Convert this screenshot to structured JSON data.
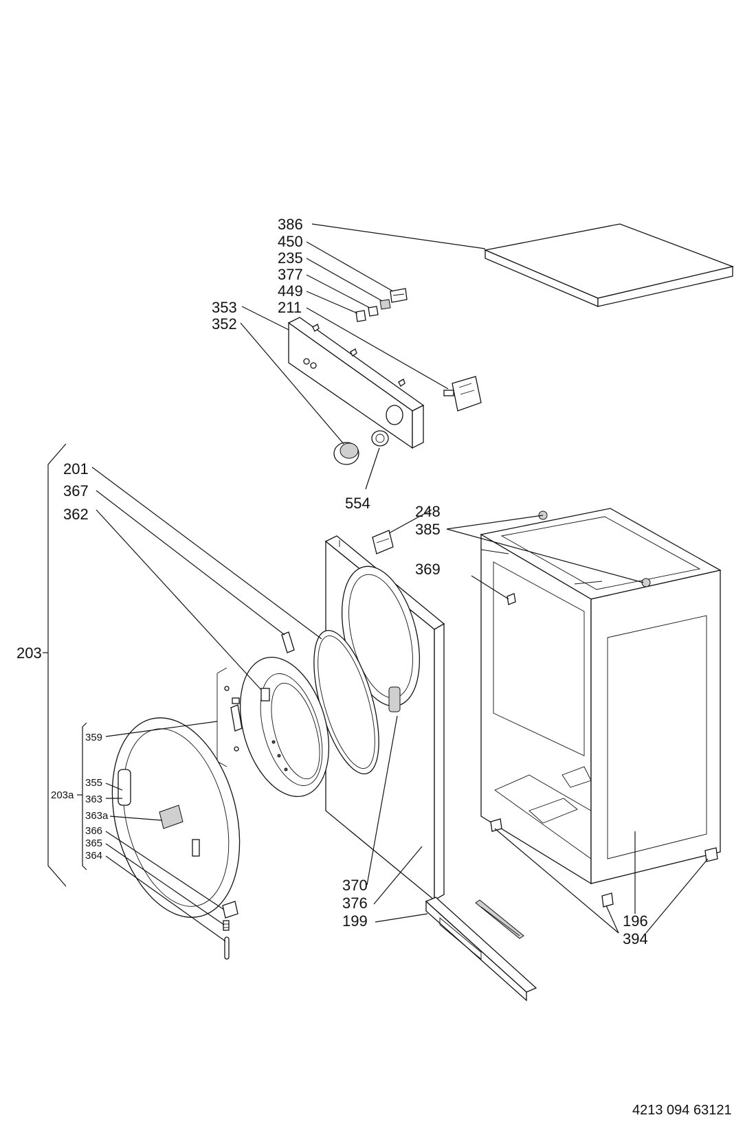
{
  "drawing": {
    "document_number": "4213 094 63121"
  },
  "parts": {
    "p386": "386",
    "p450": "450",
    "p235": "235",
    "p377": "377",
    "p449": "449",
    "p353": "353",
    "p211": "211",
    "p352": "352",
    "p554": "554",
    "p201": "201",
    "p367": "367",
    "p362": "362",
    "p248": "248",
    "p385": "385",
    "p369": "369",
    "p203": "203",
    "p359": "359",
    "p355": "355",
    "p203a": "203a",
    "p363": "363",
    "p363a": "363a",
    "p366": "366",
    "p365": "365",
    "p364": "364",
    "p370": "370",
    "p376": "376",
    "p199": "199",
    "p196": "196",
    "p394": "394"
  }
}
